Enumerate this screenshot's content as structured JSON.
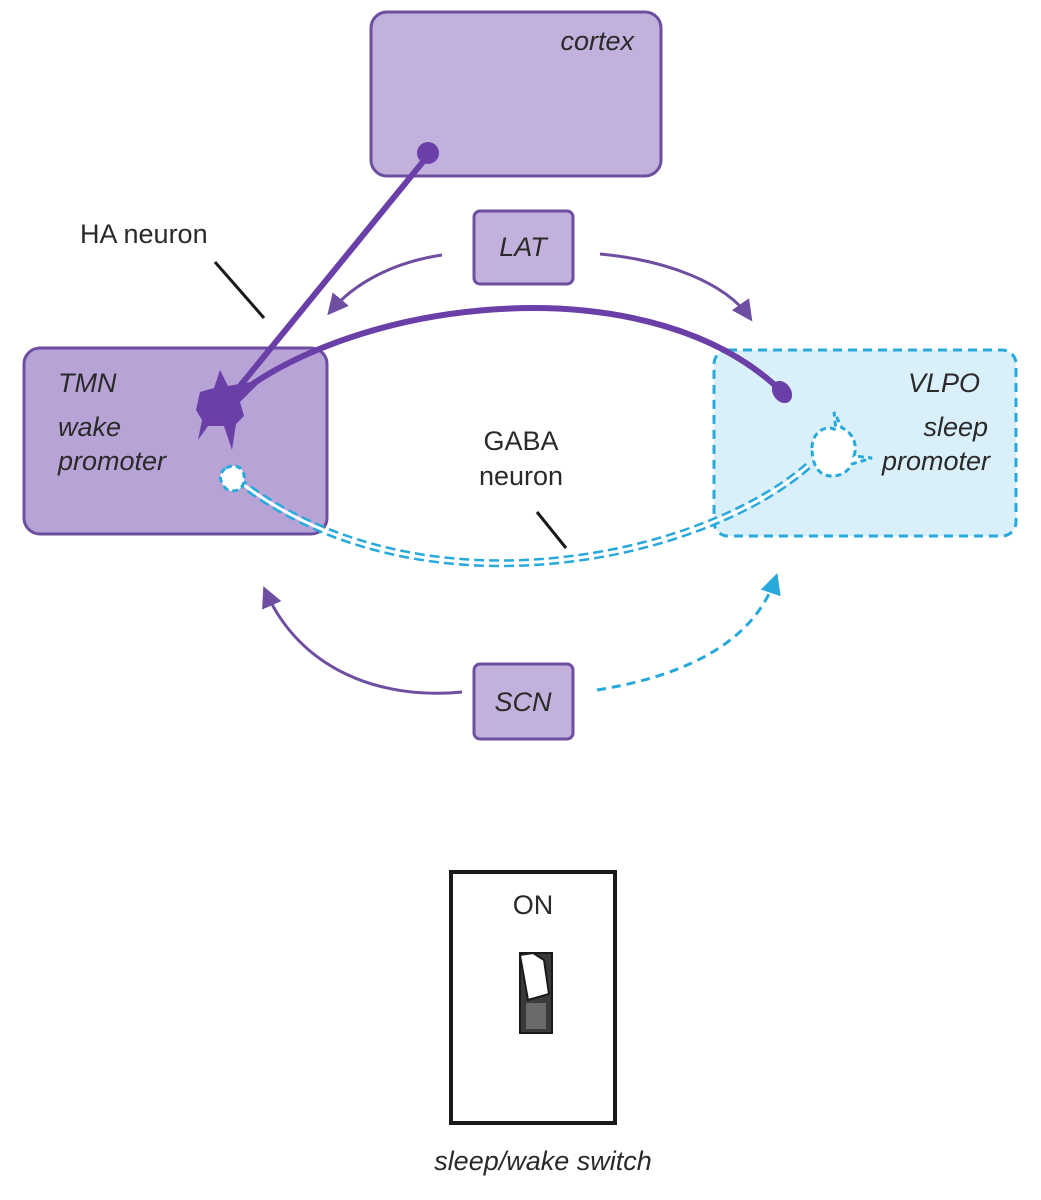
{
  "cortex": {
    "label": "cortex"
  },
  "lat": {
    "label": "LAT"
  },
  "scn": {
    "label": "SCN"
  },
  "tmn": {
    "line1": "TMN",
    "line2": "wake",
    "line3": "promoter"
  },
  "vlpo": {
    "line1": "VLPO",
    "line2": "sleep",
    "line3": "promoter"
  },
  "ha_neuron": {
    "label": "HA neuron"
  },
  "gaba_neuron": {
    "line1": "GABA",
    "line2": "neuron"
  },
  "switch": {
    "state_label": "ON",
    "caption": "sleep/wake switch"
  },
  "colors": {
    "purple_fill": "#c2b1dc",
    "purple_fill_dark": "#b7a3d6",
    "purple_stroke": "#6e4ea0",
    "neuron_purple": "#6a3fa8",
    "blue_fill": "#d9eff9",
    "blue_stroke": "#27a9dc"
  }
}
